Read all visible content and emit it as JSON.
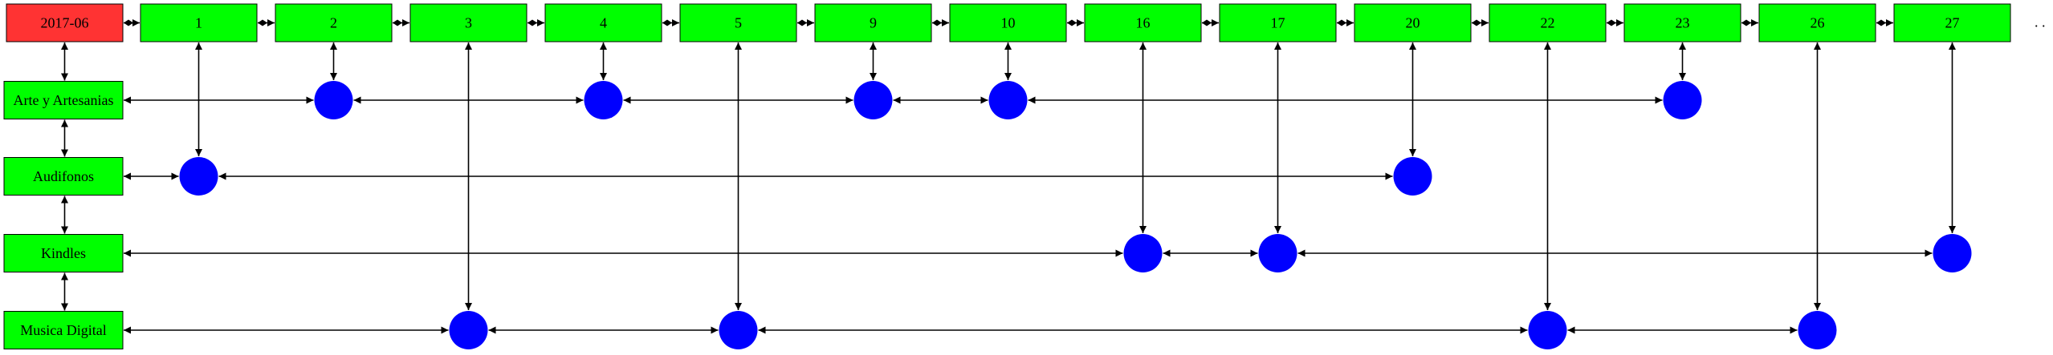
{
  "colors": {
    "header_box": "#ff3333",
    "column_box": "#00ff00",
    "row_box": "#00ff00",
    "node": "#0000ff",
    "edge": "#000000",
    "background": "#ffffff"
  },
  "header": {
    "label": "2017-06"
  },
  "columns": [
    "1",
    "2",
    "3",
    "4",
    "5",
    "9",
    "10",
    "16",
    "17",
    "20",
    "22",
    "23",
    "26",
    "27"
  ],
  "overflow_marker": ". .",
  "rows": [
    "Arte y Artesanias",
    "Audifonos",
    "Kindles",
    "Musica Digital"
  ],
  "nodes": [
    {
      "row": "Arte y Artesanias",
      "column": "2"
    },
    {
      "row": "Arte y Artesanias",
      "column": "4"
    },
    {
      "row": "Arte y Artesanias",
      "column": "9"
    },
    {
      "row": "Arte y Artesanias",
      "column": "10"
    },
    {
      "row": "Arte y Artesanias",
      "column": "23"
    },
    {
      "row": "Audifonos",
      "column": "1"
    },
    {
      "row": "Audifonos",
      "column": "20"
    },
    {
      "row": "Kindles",
      "column": "16"
    },
    {
      "row": "Kindles",
      "column": "17"
    },
    {
      "row": "Kindles",
      "column": "27"
    },
    {
      "row": "Musica Digital",
      "column": "3"
    },
    {
      "row": "Musica Digital",
      "column": "5"
    },
    {
      "row": "Musica Digital",
      "column": "22"
    },
    {
      "row": "Musica Digital",
      "column": "26"
    }
  ]
}
